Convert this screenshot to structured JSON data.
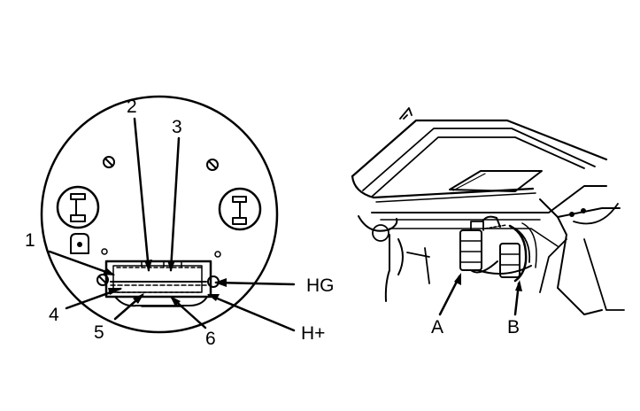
{
  "left_figure": {
    "callouts": {
      "n1": "1",
      "n2": "2",
      "n3": "3",
      "n4": "4",
      "n5": "5",
      "n6": "6",
      "hg": "HG",
      "hplus": "H+"
    }
  },
  "right_figure": {
    "callouts": {
      "a": "A",
      "b": "B"
    }
  },
  "colors": {
    "ink": "#000000",
    "paper": "#ffffff"
  }
}
